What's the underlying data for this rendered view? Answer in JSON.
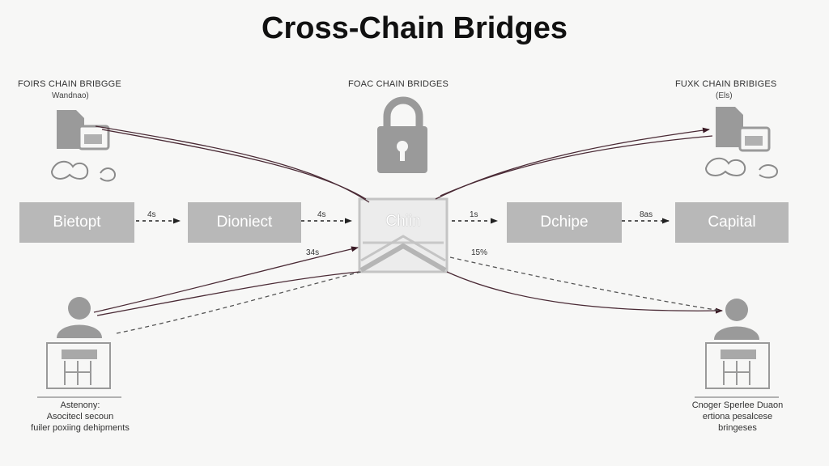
{
  "title": "Cross-Chain Bridges",
  "sections": {
    "left": {
      "label": "FOIRS CHAIN BRIBGGE",
      "sub": "Wandnao)"
    },
    "center": {
      "label": "FOAC CHAIN BRIDGES"
    },
    "right": {
      "label": "FUXK CHAIN BRIBIGES",
      "sub": "(Els)"
    }
  },
  "flow_boxes": [
    "Bietopt",
    "Dioniect",
    "Chiin",
    "Dchipe",
    "Capital"
  ],
  "edge_labels": {
    "e1": "4s",
    "e2": "4s",
    "e3": "1s",
    "e4": "8as",
    "diag_left": "34s",
    "diag_right": "15%"
  },
  "captions": {
    "left": [
      "Astenony:",
      "Asocitecl secoun",
      "fuiler poxiing dehipments"
    ],
    "right": [
      "Cnoger Sperlee Duaon",
      "ertiona pesalcese",
      "bringeses"
    ]
  },
  "colors": {
    "box": "#b8b8b8",
    "line": "#4a2a35",
    "icon": "#9a9a9a"
  }
}
